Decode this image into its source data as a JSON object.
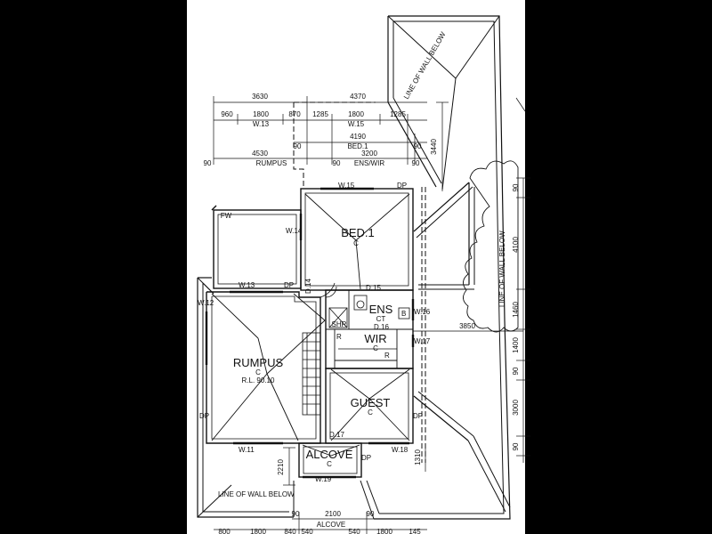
{
  "rooms": {
    "bed1": {
      "name": "BED.1",
      "code": "C"
    },
    "ens": {
      "name": "ENS",
      "code": "CT"
    },
    "wir": {
      "name": "WIR",
      "code": "C"
    },
    "rumpus": {
      "name": "RUMPUS",
      "code": "C",
      "rl": "R.L. 90.10"
    },
    "guest": {
      "name": "GUEST",
      "code": "C"
    },
    "alcove": {
      "name": "ALCOVE",
      "code": "C"
    },
    "shr": "SHR",
    "fw": "FW"
  },
  "marks": {
    "w15": "W.15",
    "w14": "W.14",
    "w13": "W.13",
    "w12": "W.12",
    "w16": "W.16",
    "w17": "W.17",
    "w11": "W.11",
    "w18": "W.18",
    "w19": "W.19",
    "d14": "D.14",
    "d15": "D.15",
    "d16": "D.16",
    "d17": "D.17",
    "dp": "DP",
    "r": "R",
    "b": "B"
  },
  "notes": {
    "wall_below": "LINE OF WALL BELOW"
  },
  "dims_top": {
    "d3630": "3630",
    "d4370": "4370",
    "d960": "960",
    "d1800a": "1800",
    "d870": "870",
    "d1285a": "1285",
    "d1800b": "1800",
    "d1285b": "1285",
    "w13": "W.13",
    "w15": "W.15",
    "d4190": "4190",
    "bed1": "BED.1",
    "d90a": "90",
    "d90b": "90",
    "d4530": "4530",
    "d3200": "3200",
    "rumpus": "RUMPUS",
    "enswir": "ENS/WIR",
    "d90c": "90",
    "d90d": "90",
    "d90e": "90",
    "d3440": "3440"
  },
  "dims_right": {
    "d90a": "90",
    "d4100": "4100",
    "d1460": "1460",
    "d1400": "1400",
    "d90b": "90",
    "d3000": "3000",
    "d90c": "90",
    "d3850": "3850",
    "d1310": "1310"
  },
  "dims_bottom": {
    "d2210": "2210",
    "d90a": "90",
    "d2100": "2100",
    "d90b": "90",
    "d800": "800",
    "d1800a": "1800",
    "d840": "840",
    "d540a": "540",
    "alcove": "ALCOVE",
    "d540b": "540",
    "d1800b": "1800",
    "d145": "145"
  }
}
